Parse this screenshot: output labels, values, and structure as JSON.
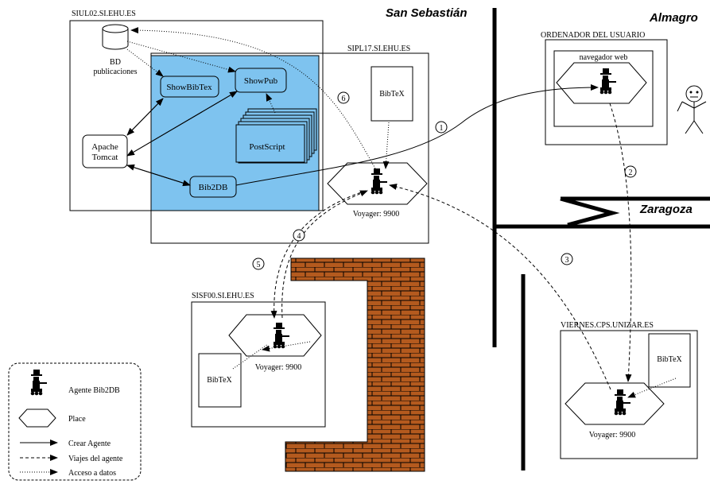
{
  "cities": {
    "san_sebastian": "San Sebastián",
    "almagro": "Almagro",
    "zaragoza": "Zaragoza"
  },
  "hosts": {
    "siul02": "SIUL02.SI.EHU.ES",
    "sipl17": "SIPL17.SI.EHU.ES",
    "sisf00": "SISF00.SI.EHU.ES",
    "viernes": "VIERNES.CPS.UNIZAR.ES",
    "user_pc": "ORDENADOR DEL USUARIO"
  },
  "components": {
    "bd_line1": "BD",
    "bd_line2": "publicaciones",
    "showbibtex": "ShowBibTex",
    "showpub": "ShowPub",
    "postscript": "PostScript",
    "apache_line1": "Apache",
    "apache_line2": "Tomcat",
    "bib2db": "Bib2DB",
    "bibtex": "BibTeX",
    "navegador": "navegador web",
    "voyager": "Voyager: 9900"
  },
  "steps": [
    "1",
    "2",
    "3",
    "4",
    "5",
    "6"
  ],
  "legend": {
    "agente": "Agente Bib2DB",
    "place": "Place",
    "crear": "Crear Agente",
    "viajes": "Viajes del agente",
    "acceso": "Acceso a datos"
  },
  "colors": {
    "web_container": "#7ec3ef",
    "wall": "#b45a1e",
    "mortar": "#000000"
  }
}
